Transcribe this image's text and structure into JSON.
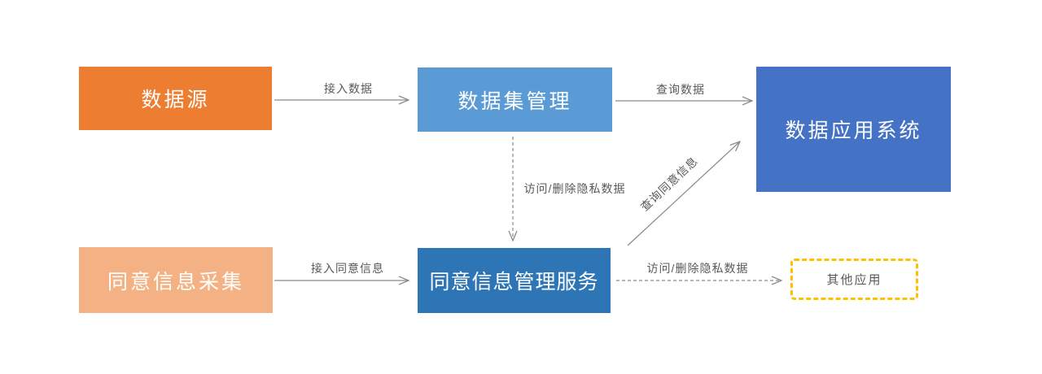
{
  "diagram": {
    "background": "#ffffff",
    "arrow_color": "#8A8A8A",
    "label_color": "#595959",
    "nodes": [
      {
        "id": "data-source",
        "label": "数据源",
        "fill": "#ED7D31",
        "text_color": "#ffffff",
        "shape": "rect"
      },
      {
        "id": "dataset-management",
        "label": "数据集管理",
        "fill": "#5B9BD5",
        "text_color": "#ffffff",
        "shape": "rect"
      },
      {
        "id": "data-application-system",
        "label": "数据应用系统",
        "fill": "#4472C4",
        "text_color": "#ffffff",
        "shape": "rect"
      },
      {
        "id": "consent-collection",
        "label": "同意信息采集",
        "fill": "#F4B183",
        "text_color": "#ffffff",
        "shape": "rect"
      },
      {
        "id": "consent-mgmt-service",
        "label": "同意信息管理服务",
        "fill": "#2E75B6",
        "text_color": "#ffffff",
        "shape": "rect"
      },
      {
        "id": "other-apps",
        "label": "其他应用",
        "fill": "#ffffff",
        "text_color": "#595959",
        "shape": "dashed-rect",
        "border_color": "#FFC000"
      }
    ],
    "edges": [
      {
        "id": "ingest-data",
        "label": "接入数据",
        "from": "data-source",
        "to": "dataset-management",
        "style": "solid"
      },
      {
        "id": "query-data",
        "label": "查询数据",
        "from": "dataset-management",
        "to": "data-application-system",
        "style": "solid"
      },
      {
        "id": "access-del-1",
        "label": "访问/删除隐私数据",
        "from": "dataset-management",
        "to": "consent-mgmt-service",
        "style": "dashed"
      },
      {
        "id": "ingest-consent",
        "label": "接入同意信息",
        "from": "consent-collection",
        "to": "consent-mgmt-service",
        "style": "solid"
      },
      {
        "id": "query-consent",
        "label": "查询同意信息",
        "from": "consent-mgmt-service",
        "to": "data-application-system",
        "style": "solid"
      },
      {
        "id": "access-del-2",
        "label": "访问/删除隐私数据",
        "from": "consent-mgmt-service",
        "to": "other-apps",
        "style": "dashed"
      }
    ]
  }
}
